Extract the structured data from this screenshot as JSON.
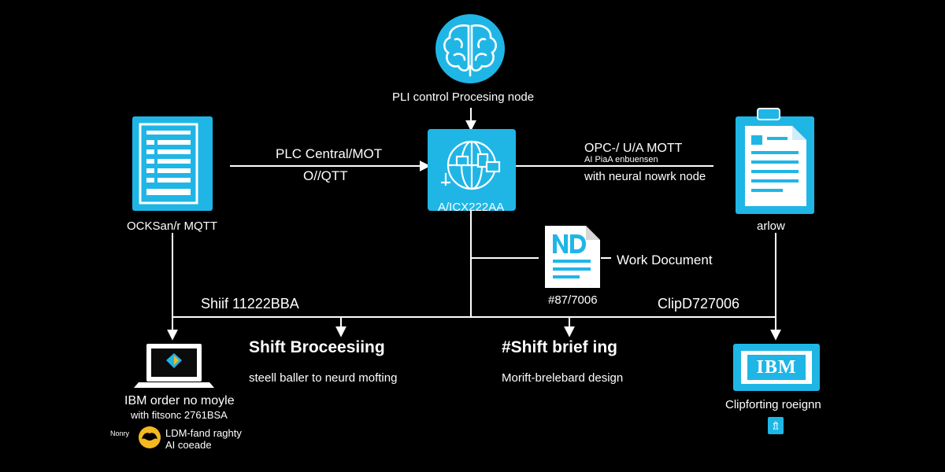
{
  "colors": {
    "background": "#000000",
    "accent": "#1fb6e6",
    "line": "#ffffff",
    "badge": "#f5b820"
  },
  "icons": {
    "top": "brain-icon",
    "left": "server-rack-icon",
    "center": "globe-device-icon",
    "right": "clipboard-document-icon",
    "doc": "document-icon",
    "laptop": "laptop-icon",
    "ibm": "ibm-display-icon",
    "badge": "ai-badge-icon"
  },
  "labels": {
    "top_node": "PLI control Procesing node",
    "center_node": "A/ICX222AA",
    "left_node": "OCKSan/r MQTT",
    "right_node": "arlow",
    "left_edge_line1": "PLC Central/MOT",
    "left_edge_line2": "O//QTT",
    "right_edge_line1": "OPC-/ U/A MOTT",
    "right_edge_line2": "AI PiaA enbuensen",
    "right_edge_line3": "with neural nowrk node",
    "work_document": "Work Document",
    "doc_id": "#87/7006",
    "shift_id": "Shiif 11222BBA",
    "clip_id": "ClipD727006",
    "shift_processing_title": "Shift Broceesiing",
    "shift_processing_sub": "steell baller to neurd mofting",
    "shift_briefing_title": "#Shift brief ing",
    "shift_briefing_sub": "Morift-brelebard design",
    "laptop_line1": "IBM order no moyle",
    "laptop_line2": "with fitsonc 2761BSA",
    "badge_prefix": "Nonry",
    "badge_line1": "LDM-fand raghty",
    "badge_line2": "AI coeade",
    "ibm_text": "IBM",
    "ibm_caption": "Clipforting roeignn",
    "ibm_small_icon": "⇯"
  }
}
